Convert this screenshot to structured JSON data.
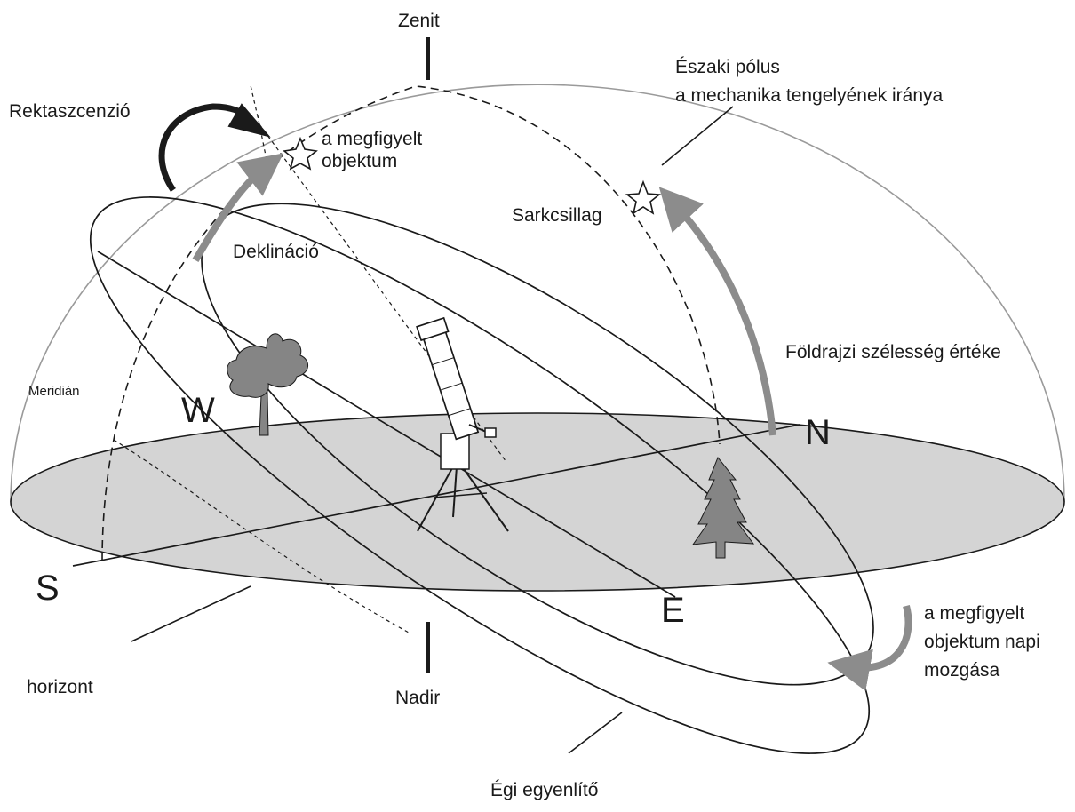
{
  "labels": {
    "zenit": "Zenit",
    "north_pole_line1": "Északi pólus",
    "north_pole_line2": "a mechanika tengelyének iránya",
    "right_ascension": "Rektaszcenzió",
    "object_line1": "a megfigyelt",
    "object_line2": "objektum",
    "polaris": "Sarkcsillag",
    "declination": "Deklináció",
    "latitude_value": "Földrajzi szélesség értéke",
    "meridian": "Meridián",
    "west": "W",
    "north": "N",
    "south": "S",
    "east": "E",
    "daily_motion_line1": "a megfigyelt",
    "daily_motion_line2": "objektum napi",
    "daily_motion_line3": "mozgása",
    "horizon": "horizont",
    "nadir": "Nadir",
    "celestial_equator": "Égi egyenlítő"
  },
  "colors": {
    "horizon_fill": "#d4d4d4",
    "line": "#1a1a1a",
    "grey_arrow": "#8c8c8c",
    "sky_outline": "#9a9a9a",
    "tree": "#858585"
  }
}
